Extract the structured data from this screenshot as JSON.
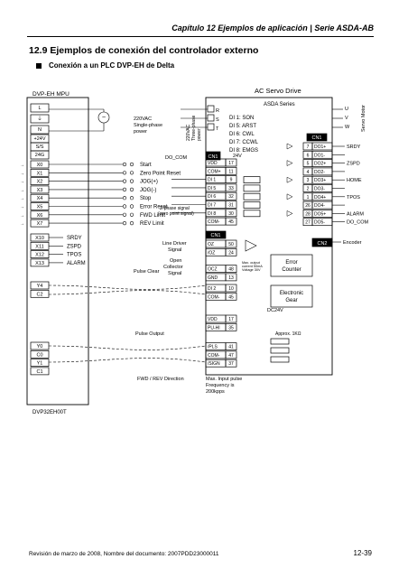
{
  "header": {
    "chapter": "Capítulo 12 Ejemplos de aplicación",
    "separator": "|",
    "series": "Serie ASDA-AB"
  },
  "section_title": "12.9 Ejemplos de conexión del controlador externo",
  "subsection_title": "Conexión a un PLC DVP-EH de Delta",
  "diagram": {
    "plc_title": "DVP-EH MPU",
    "plc_model": "DVP32EH00T",
    "drive_title": "AC Servo Drive",
    "drive_series": "ASDA Series",
    "power_single": [
      "220VAC",
      "Single-phase",
      "power"
    ],
    "power_three": [
      "220VAC",
      "Three-phase",
      "power"
    ],
    "servo_motor": "Servo Motor",
    "plc_power_pins": [
      "L",
      "⏚",
      "N",
      "+24V",
      "S/S",
      "24G"
    ],
    "plc_inputs": [
      {
        "pin": "X0",
        "label": "Start"
      },
      {
        "pin": "X1",
        "label": "Zero Point Reset"
      },
      {
        "pin": "X2",
        "label": "JOG(+)"
      },
      {
        "pin": "X3",
        "label": "JOG(-)"
      },
      {
        "pin": "X4",
        "label": "Stop"
      },
      {
        "pin": "X5",
        "label": "Error Reset"
      },
      {
        "pin": "X6",
        "label": "FWD Limit"
      },
      {
        "pin": "X7",
        "label": "REV Limit"
      }
    ],
    "do_com": "DO_COM",
    "plc_status_inputs": [
      {
        "pin": "X10",
        "label": "SRDY"
      },
      {
        "pin": "X11",
        "label": "ZSPD"
      },
      {
        "pin": "X12",
        "label": "TPOS"
      },
      {
        "pin": "X13",
        "label": "ALARM"
      }
    ],
    "plc_clear_pins": [
      "Y4",
      "C2"
    ],
    "pulse_clear": "Pulse Clear",
    "plc_pulse_pins": [
      "Y0",
      "C0",
      "Y1",
      "C1"
    ],
    "pulse_output": "Pulse Output",
    "fwd_rev": "FWD / REV Direction",
    "max_freq": [
      "Max. Input pulse",
      "Frequency is",
      "200kpps"
    ],
    "rst_terminals": [
      "R",
      "S",
      "T"
    ],
    "uvw_terminals": [
      "U",
      "V",
      "W"
    ],
    "di_functions": [
      "DI 1: SON",
      "DI 5: ARST",
      "DI 6: CWL",
      "DI 7: CCWL",
      "DI 8: EMGS"
    ],
    "cn1": "CN1",
    "cn2": "CN2",
    "encoder": "Encoder",
    "v24": "24V",
    "dc24v": "DC24V",
    "cn1_input_pins": [
      {
        "name": "VDD",
        "num": "17"
      },
      {
        "name": "COM+",
        "num": "11"
      },
      {
        "name": "DI 1",
        "num": "9"
      },
      {
        "name": "DI 5",
        "num": "33"
      },
      {
        "name": "DI 6",
        "num": "32"
      },
      {
        "name": "DI 7",
        "num": "31"
      },
      {
        "name": "DI 8",
        "num": "30"
      },
      {
        "name": "COM-",
        "num": "45"
      }
    ],
    "zphase_label": [
      "Z-phase signal",
      "(zero point signal)"
    ],
    "line_driver": [
      "Line Driver",
      "Signal"
    ],
    "open_collector": [
      "Open",
      "Collector",
      "Signal"
    ],
    "zphase_pins": [
      {
        "name": "OZ",
        "num": "50"
      },
      {
        "name": "/OZ",
        "num": "24"
      },
      {
        "name": "OCZ",
        "num": "48"
      },
      {
        "name": "GND",
        "num": "13"
      }
    ],
    "max_output_note": [
      "Max. output",
      "current 50mA",
      "Voltage 30V"
    ],
    "clear_pins": [
      {
        "name": "DI 2",
        "num": "10"
      },
      {
        "name": "COM-",
        "num": "45"
      }
    ],
    "pulse_pins": [
      {
        "name": "VDD",
        "num": "17"
      },
      {
        "name": "PU-HI",
        "num": "35"
      },
      {
        "name": "/PLS",
        "num": "41"
      },
      {
        "name": "COM-",
        "num": "47"
      },
      {
        "name": "/SIGN",
        "num": "37"
      }
    ],
    "approx": "Approx. 1KΩ",
    "do_outputs": [
      {
        "num": "7",
        "name": "DO1+",
        "label": "SRDY"
      },
      {
        "num": "6",
        "name": "DO1-",
        "label": ""
      },
      {
        "num": "5",
        "name": "DO2+",
        "label": "ZSPD"
      },
      {
        "num": "4",
        "name": "DO2-",
        "label": ""
      },
      {
        "num": "3",
        "name": "DO3+",
        "label": "HOME"
      },
      {
        "num": "2",
        "name": "DO3-",
        "label": ""
      },
      {
        "num": "1",
        "name": "DO4+",
        "label": "TPOS"
      },
      {
        "num": "26",
        "name": "DO4-",
        "label": ""
      },
      {
        "num": "28",
        "name": "DO5+",
        "label": "ALARM"
      },
      {
        "num": "27",
        "name": "DO5-",
        "label": "DO_COM"
      }
    ],
    "error_counter": [
      "Error",
      "Counter"
    ],
    "electronic_gear": [
      "Electronic",
      "Gear"
    ]
  },
  "footer": {
    "revision": "Revisión de marzo de 2008, Nombre del documento: 2007PDD23000011",
    "page": "12-39"
  }
}
